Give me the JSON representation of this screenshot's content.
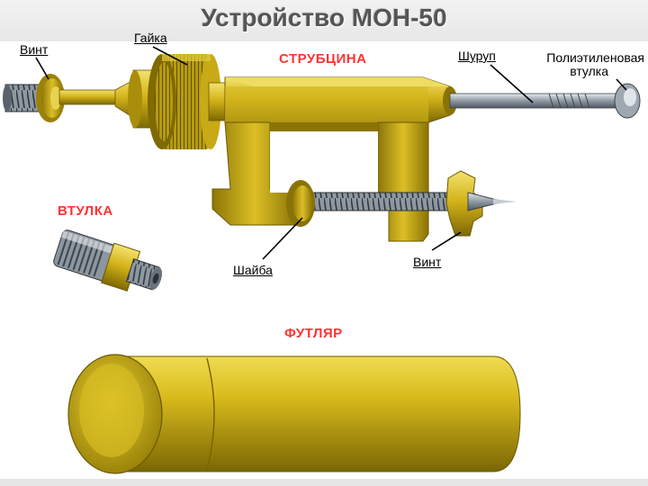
{
  "title": "Устройство МОН-50",
  "sections": {
    "clamp": "СТРУБЦИНА",
    "sleeve": "ВТУЛКА",
    "case": "ФУТЛЯР"
  },
  "labels": {
    "screw_left": "Винт",
    "nut": "Гайка",
    "wood_screw": "Шуруп",
    "poly_sleeve_line1": "Полиэтиленовая",
    "poly_sleeve_line2": "втулка",
    "washer": "Шайба",
    "screw_bottom": "Винт"
  },
  "colors": {
    "brass": "#d2b217",
    "brass_dark": "#8a7305",
    "brass_light": "#f1e06a",
    "steel": "#9aa4ad",
    "label_red": "#ff3333"
  }
}
